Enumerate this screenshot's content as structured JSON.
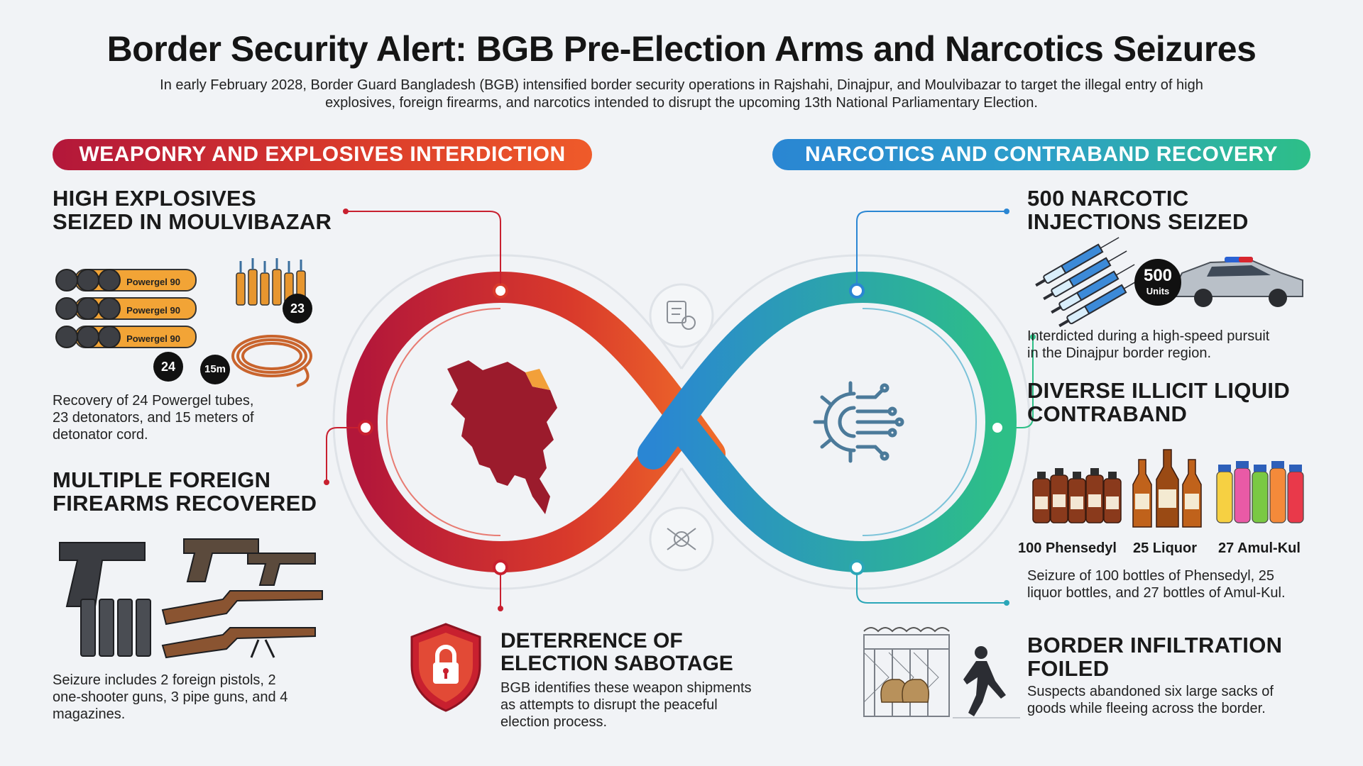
{
  "header": {
    "title": "Border Security Alert: BGB Pre-Election Arms and Narcotics Seizures",
    "subtitle": "In early February 2028, Border Guard Bangladesh (BGB) intensified border security operations in Rajshahi, Dinajpur, and Moulvibazar to target the illegal entry of high explosives, foreign firearms, and narcotics intended to disrupt the upcoming 13th National Parliamentary Election."
  },
  "left": {
    "banner": "WEAPONRY AND EXPLOSIVES INTERDICTION",
    "explosives": {
      "title_line1": "HIGH EXPLOSIVES",
      "title_line2": "SEIZED IN MOULVIBAZAR",
      "tube_label": "Powergel 90",
      "badge_tubes": "24",
      "badge_detonators": "23",
      "badge_cord": "15m",
      "desc_line1": "Recovery of 24 Powergel tubes,",
      "desc_line2": "23 detonators, and 15 meters of",
      "desc_line3": "detonator cord."
    },
    "firearms": {
      "title_line1": "MULTIPLE FOREIGN",
      "title_line2": "FIREARMS RECOVERED",
      "desc_line1": "Seizure includes 2 foreign pistols, 2",
      "desc_line2": "one-shooter guns, 3 pipe guns, and 4",
      "desc_line3": "magazines."
    }
  },
  "center": {
    "deterrence": {
      "title_line1": "DETERRENCE OF",
      "title_line2": "ELECTION SABOTAGE",
      "desc_line1": "BGB identifies these weapon shipments",
      "desc_line2": "as attempts to disrupt the peaceful",
      "desc_line3": "election process."
    }
  },
  "right": {
    "banner": "NARCOTICS AND CONTRABAND RECOVERY",
    "injections": {
      "title_line1": "500 NARCOTIC",
      "title_line2": "INJECTIONS SEIZED",
      "badge_number": "500",
      "badge_unit": "Units",
      "desc_line1": "Interdicted during a high-speed pursuit",
      "desc_line2": "in the Dinajpur border region."
    },
    "liquids": {
      "title_line1": "DIVERSE ILLICIT LIQUID",
      "title_line2": "CONTRABAND",
      "label_phensedyl": "100 Phensedyl",
      "label_liquor": "25 Liquor",
      "label_amul": "27 Amul-Kul",
      "desc_line1": "Seizure of 100 bottles of Phensedyl, 25",
      "desc_line2": "liquor bottles, and 27 bottles of Amul-Kul."
    },
    "infiltration": {
      "title_line1": "BORDER INFILTRATION",
      "title_line2": "FOILED",
      "desc_line1": "Suspects abandoned six large sacks of",
      "desc_line2": "goods while fleeing across the border."
    }
  },
  "colors": {
    "left_accent": "#c8202f",
    "left_accent2": "#ef5b2a",
    "right_accent": "#2a86d3",
    "right_accent2": "#2dbf87",
    "map_fill": "#9b1b2c",
    "map_highlight": "#f2a03a"
  },
  "icons": [
    "powergel-tubes-icon",
    "detonators-icon",
    "detonator-cord-icon",
    "pistol-icon",
    "rifle-icon",
    "magazine-icon",
    "shield-lock-icon",
    "syringe-icon",
    "police-car-icon",
    "phensedyl-bottle-icon",
    "liquor-bottle-icon",
    "juice-bottle-icon",
    "border-fence-icon",
    "running-person-icon",
    "sack-icon",
    "gear-circuit-icon",
    "bangladesh-map-icon"
  ]
}
